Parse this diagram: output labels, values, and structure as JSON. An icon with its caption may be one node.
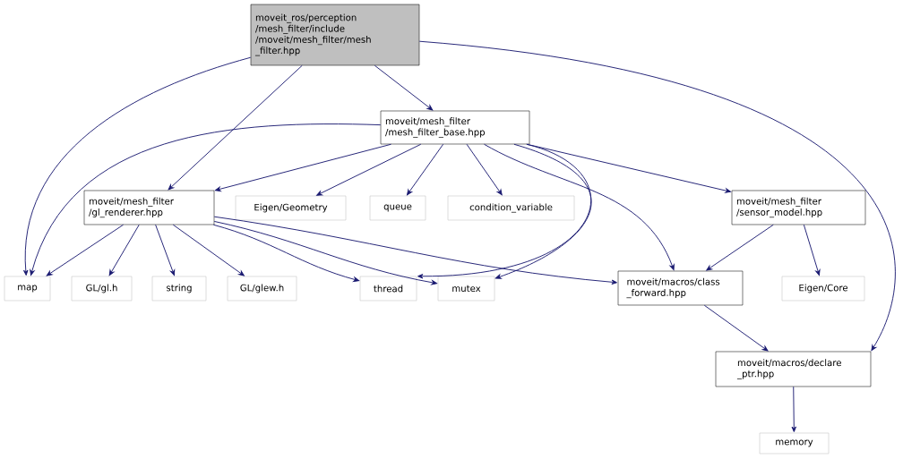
{
  "diagram": {
    "nodes": [
      {
        "text": [
          "moveit_ros/perception /mesh_filter/include /moveit/mesh_filter/mesh _filter.hpp"
        ]
      },
      {
        "text": [
          "moveit/mesh_filter /mesh_filter_base.hpp"
        ]
      },
      {
        "text": [
          "moveit/mesh_filter /gl_renderer.hpp"
        ]
      },
      {
        "text": [
          "Eigen/Geometry"
        ]
      },
      {
        "text": [
          "queue"
        ]
      },
      {
        "text": [
          "condition_variable"
        ]
      },
      {
        "text": [
          "moveit/mesh_filter /sensor_model.hpp"
        ]
      },
      {
        "text": [
          "map"
        ]
      },
      {
        "text": [
          "GL/gl.h"
        ]
      },
      {
        "text": [
          "string"
        ]
      },
      {
        "text": [
          "GL/glew.h"
        ]
      },
      {
        "text": [
          "thread"
        ]
      },
      {
        "text": [
          "mutex"
        ]
      },
      {
        "text": [
          "moveit/macros/class _forward.hpp"
        ]
      },
      {
        "text": [
          "Eigen/Core"
        ]
      },
      {
        "text": [
          "moveit/macros/declare _ptr.hpp"
        ]
      },
      {
        "text": [
          "memory"
        ]
      }
    ],
    "edges": [
      {
        "from": 0,
        "to": 7,
        "arrow": "to"
      },
      {
        "from": 0,
        "to": 2,
        "arrow": "to"
      },
      {
        "from": 0,
        "to": 1,
        "arrow": "to"
      },
      {
        "from": 0,
        "to": 15,
        "arrow": "to"
      },
      {
        "from": 1,
        "to": 7,
        "arrow": "to"
      },
      {
        "from": 1,
        "to": 2,
        "arrow": "to"
      },
      {
        "from": 1,
        "to": 3,
        "arrow": "to"
      },
      {
        "from": 1,
        "to": 4,
        "arrow": "to"
      },
      {
        "from": 1,
        "to": 5,
        "arrow": "to"
      },
      {
        "from": 1,
        "to": 11,
        "arrow": "to"
      },
      {
        "from": 1,
        "to": 12,
        "arrow": "to"
      },
      {
        "from": 1,
        "to": 13,
        "arrow": "to"
      },
      {
        "from": 1,
        "to": 6,
        "arrow": "to"
      },
      {
        "from": 2,
        "to": 7,
        "arrow": "to"
      },
      {
        "from": 2,
        "to": 8,
        "arrow": "to"
      },
      {
        "from": 2,
        "to": 9,
        "arrow": "to"
      },
      {
        "from": 2,
        "to": 10,
        "arrow": "to"
      },
      {
        "from": 2,
        "to": 11,
        "arrow": "to"
      },
      {
        "from": 2,
        "to": 12,
        "arrow": "to"
      },
      {
        "from": 2,
        "to": 13,
        "arrow": "to"
      },
      {
        "from": 6,
        "to": 13,
        "arrow": "to"
      },
      {
        "from": 6,
        "to": 14,
        "arrow": "to"
      },
      {
        "from": 13,
        "to": 15,
        "arrow": "to"
      },
      {
        "from": 15,
        "to": 16,
        "arrow": "to"
      }
    ]
  }
}
